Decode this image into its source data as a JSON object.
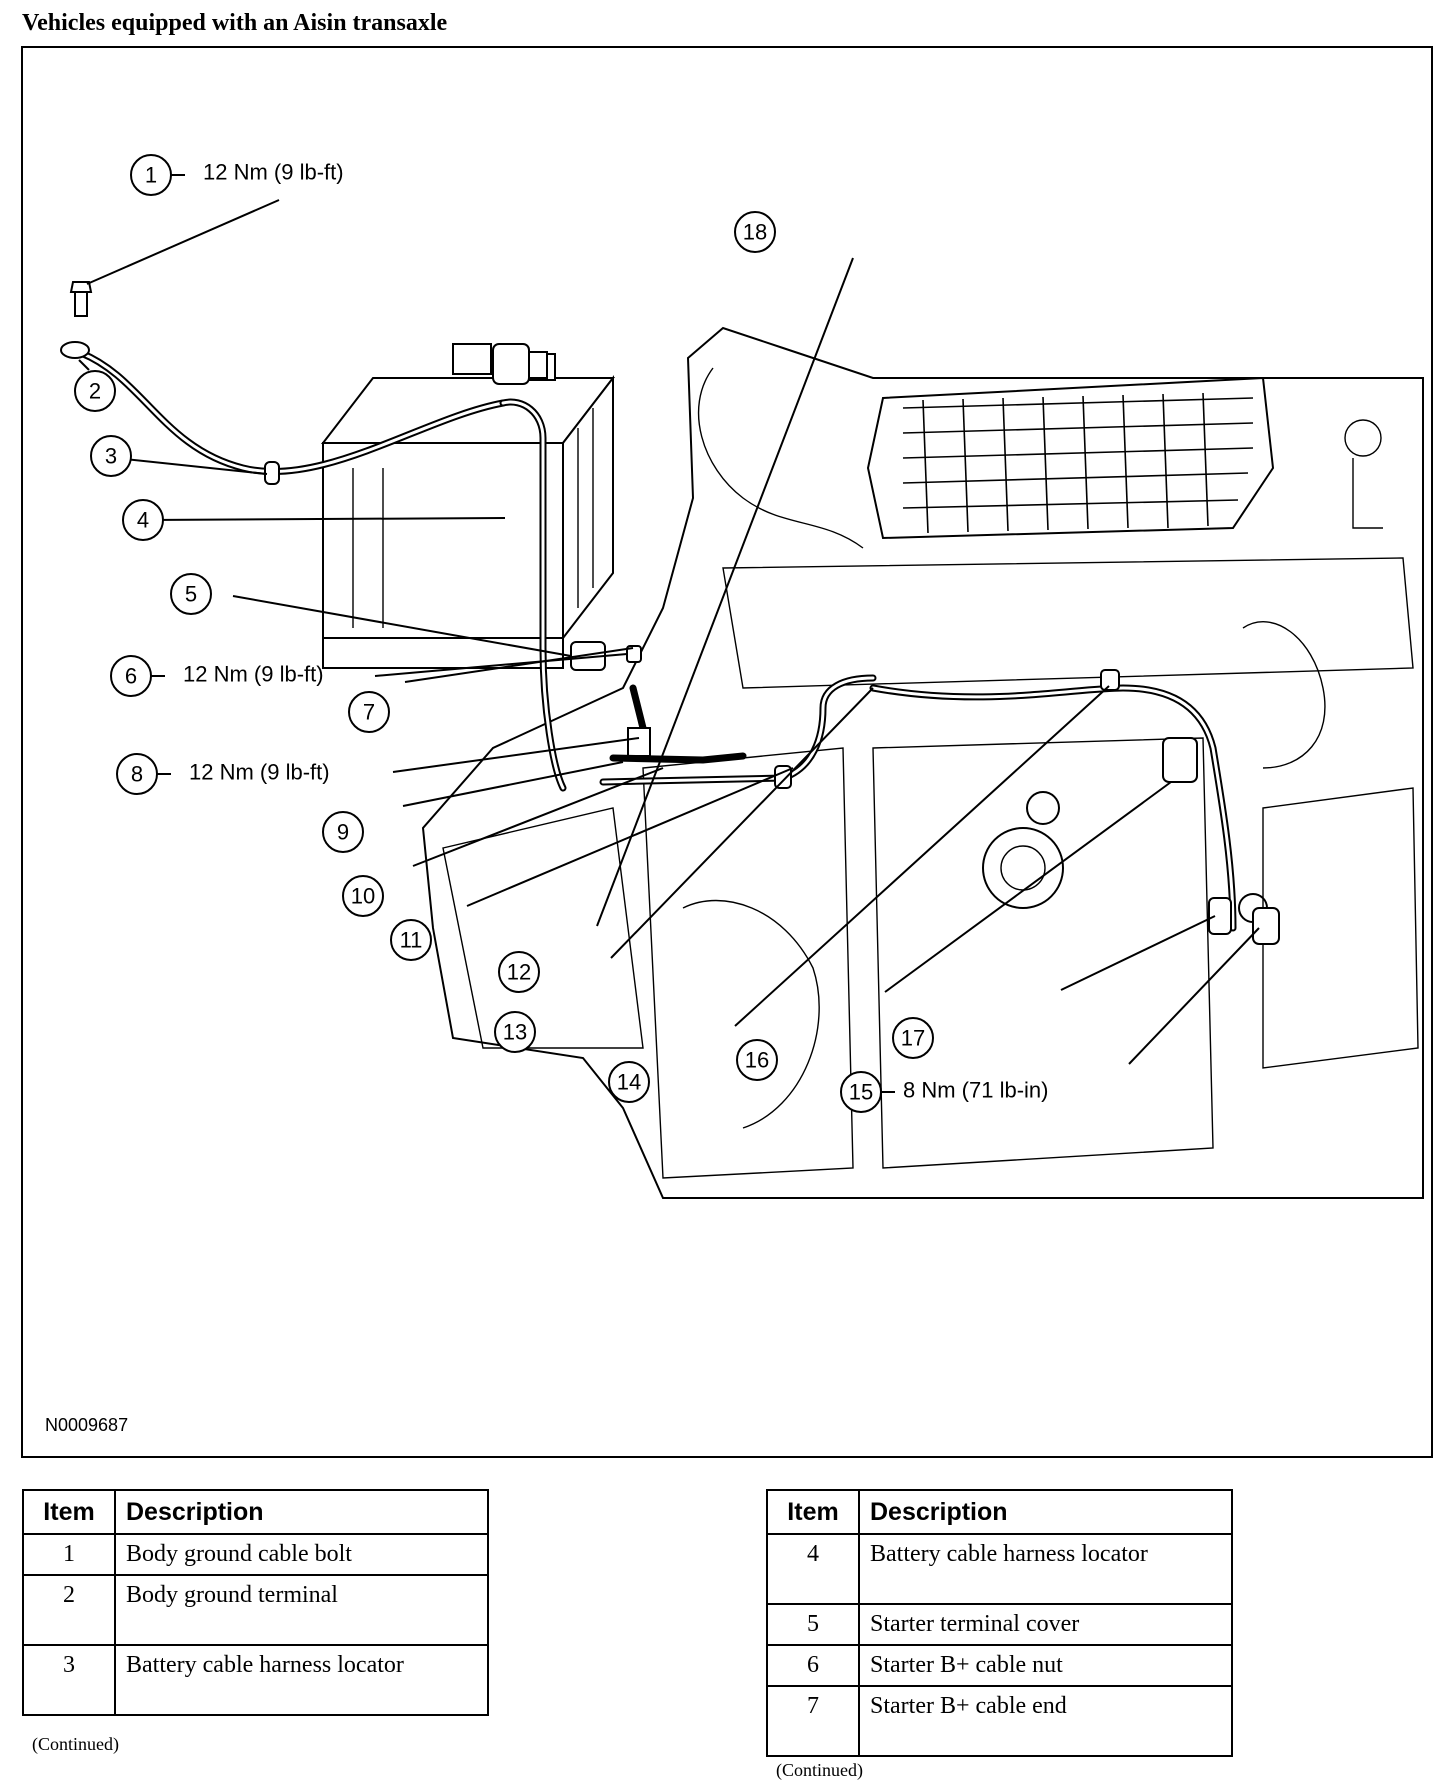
{
  "page_title": "Vehicles equipped with an Aisin transaxle",
  "figure": {
    "figure_id": "N0009687",
    "callouts": [
      {
        "num": "1",
        "torque": "12 Nm (9 lb-ft)"
      },
      {
        "num": "2"
      },
      {
        "num": "3"
      },
      {
        "num": "4"
      },
      {
        "num": "5"
      },
      {
        "num": "6",
        "torque": "12 Nm (9 lb-ft)"
      },
      {
        "num": "7"
      },
      {
        "num": "8",
        "torque": "12 Nm (9 lb-ft)"
      },
      {
        "num": "9"
      },
      {
        "num": "10"
      },
      {
        "num": "11"
      },
      {
        "num": "12"
      },
      {
        "num": "13"
      },
      {
        "num": "14"
      },
      {
        "num": "15",
        "torque": "8 Nm (71 lb-in)"
      },
      {
        "num": "16"
      },
      {
        "num": "17"
      },
      {
        "num": "18"
      }
    ]
  },
  "legend_left": {
    "headers": {
      "item": "Item",
      "description": "Description"
    },
    "rows": [
      {
        "item": "1",
        "description": "Body ground cable bolt"
      },
      {
        "item": "2",
        "description": "Body ground terminal"
      },
      {
        "item": "3",
        "description": "Battery cable harness locator"
      }
    ],
    "continued": "(Continued)"
  },
  "legend_right": {
    "headers": {
      "item": "Item",
      "description": "Description"
    },
    "rows": [
      {
        "item": "4",
        "description": "Battery cable harness locator"
      },
      {
        "item": "5",
        "description": "Starter terminal cover"
      },
      {
        "item": "6",
        "description": "Starter B+ cable nut"
      },
      {
        "item": "7",
        "description": "Starter B+ cable end"
      }
    ],
    "continued": "(Continued)"
  }
}
